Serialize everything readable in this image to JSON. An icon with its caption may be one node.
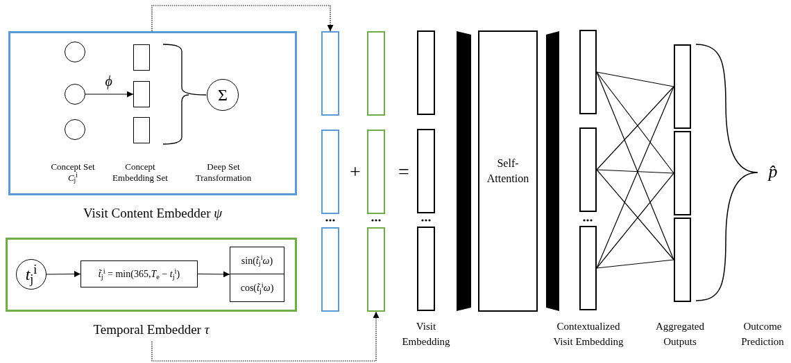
{
  "diagram": {
    "nodes": [
      {
        "text": [
          "Visit Content Embedder *ψ*"
        ]
      },
      {
        "text": [],
        "shape": "circle",
        "in": 0
      },
      {
        "text": [],
        "shape": "circle",
        "in": 0
      },
      {
        "text": [],
        "shape": "circle",
        "in": 0
      },
      {
        "text": [],
        "shape": "box",
        "in": 0
      },
      {
        "text": [],
        "shape": "box",
        "in": 0
      },
      {
        "text": [],
        "shape": "box",
        "in": 0
      },
      {
        "text": [
          "Σ"
        ],
        "in": 0
      },
      {
        "text": [
          "Temporal Embedder *τ*"
        ]
      },
      {
        "text": [
          "*t*$_{j}$$^{i}$"
        ],
        "in": 8
      },
      {
        "text": [
          "*t̃*$_{j}$$^{i}$ = min(365,*T*$_{e}$ − *t*$_{j}$$^{i}$)"
        ],
        "in": 8
      },
      {
        "text": [],
        "shape": "box",
        "in": 8
      },
      {
        "text": [
          "sin(*t̃*$_{j}$$^{i}$*ω*)"
        ],
        "in": 11
      },
      {
        "text": [
          "cos(*t̃*$_{j}$$^{i}$*ω*)"
        ],
        "in": 11
      },
      {
        "text": [],
        "shape": "box"
      },
      {
        "text": [],
        "shape": "box"
      },
      {
        "text": [],
        "shape": "box"
      },
      {
        "text": [],
        "shape": "box"
      },
      {
        "text": [],
        "shape": "box"
      },
      {
        "text": [],
        "shape": "box"
      },
      {
        "text": [],
        "shape": "box"
      },
      {
        "text": [],
        "shape": "box"
      },
      {
        "text": [],
        "shape": "box"
      },
      {
        "text": [],
        "shape": "bar"
      },
      {
        "text": [
          "Self- Attention"
        ]
      },
      {
        "text": [],
        "shape": "bar"
      },
      {
        "text": [],
        "shape": "box"
      },
      {
        "text": [],
        "shape": "box"
      },
      {
        "text": [],
        "shape": "box"
      },
      {
        "text": [],
        "shape": "box"
      },
      {
        "text": [],
        "shape": "box"
      },
      {
        "text": [],
        "shape": "box"
      }
    ],
    "edges": [
      {
        "from": 2,
        "to": 5,
        "arrow": "to",
        "label": "*ϕ*"
      },
      {
        "from": 9,
        "to": 10,
        "arrow": "to"
      },
      {
        "from": 10,
        "to": 11,
        "arrow": "to"
      },
      {
        "from": 0,
        "to": 14,
        "arrow": "to",
        "style": "dashed"
      },
      {
        "from": 8,
        "to": 19,
        "arrow": "to",
        "style": "dashed"
      },
      {
        "from": 26,
        "to": 29,
        "arrow": "none"
      },
      {
        "from": 26,
        "to": 30,
        "arrow": "none"
      },
      {
        "from": 26,
        "to": 31,
        "arrow": "none"
      },
      {
        "from": 27,
        "to": 29,
        "arrow": "none"
      },
      {
        "from": 27,
        "to": 30,
        "arrow": "none"
      },
      {
        "from": 27,
        "to": 31,
        "arrow": "none"
      },
      {
        "from": 28,
        "to": 29,
        "arrow": "none"
      },
      {
        "from": 28,
        "to": 30,
        "arrow": "none"
      },
      {
        "from": 28,
        "to": 31,
        "arrow": "none"
      }
    ],
    "labels": [
      "Concept Set *C*$_{j}$$^{i}$",
      "Concept Embedding Set",
      "Deep Set Transformation",
      "+",
      "=",
      "*p̂*",
      "Visit Embedding",
      "Contextualized Visit Embedding",
      "Aggregated Outputs",
      "Outcome Prediction"
    ]
  }
}
